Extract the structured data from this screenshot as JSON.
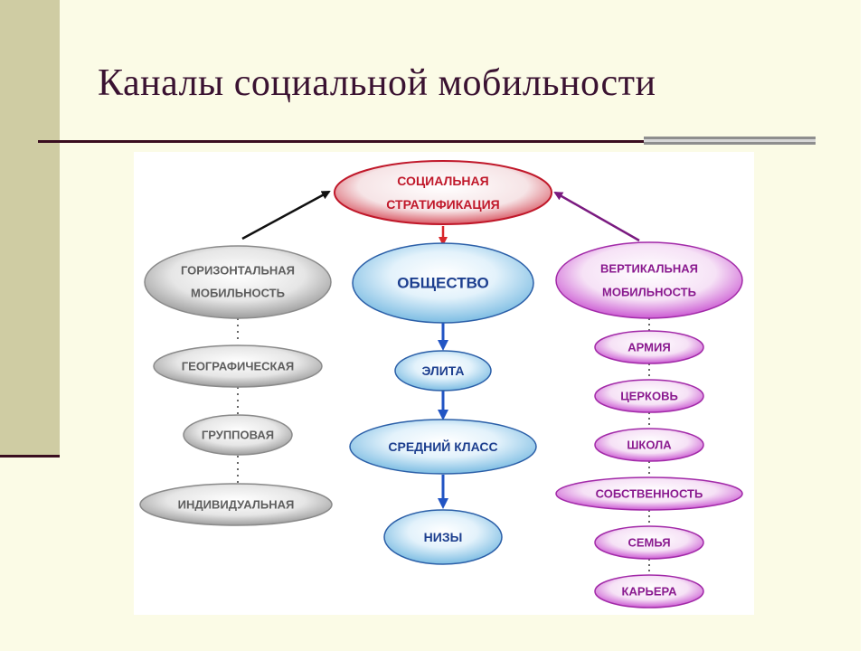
{
  "slide": {
    "title": "Каналы социальной мобильности"
  },
  "diagram": {
    "center_top": {
      "line1": "СОЦИАЛЬНАЯ",
      "line2": "СТРАТИФИКАЦИЯ"
    },
    "horizontal": {
      "line1": "ГОРИЗОНТАЛЬНАЯ",
      "line2": "МОБИЛЬНОСТЬ",
      "items": [
        "ГЕОГРАФИЧЕСКАЯ",
        "ГРУППОВАЯ",
        "ИНДИВИДУАЛЬНАЯ"
      ]
    },
    "society": {
      "label": "ОБЩЕСТВО",
      "items": [
        "ЭЛИТА",
        "СРЕДНИЙ КЛАСС",
        "НИЗЫ"
      ]
    },
    "vertical": {
      "line1": "ВЕРТИКАЛЬНАЯ",
      "line2": "МОБИЛЬНОСТЬ",
      "items": [
        "АРМИЯ",
        "ЦЕРКОВЬ",
        "ШКОЛА",
        "СОБСТВЕННОСТЬ",
        "СЕМЬЯ",
        "КАРЬЕРА"
      ]
    }
  },
  "colors": {
    "title": "#3a1231",
    "stratification_text": "#c0182a",
    "horizontal": "#5e5e5e",
    "society": "#1d3f8f",
    "vertical": "#8a1a8f"
  }
}
